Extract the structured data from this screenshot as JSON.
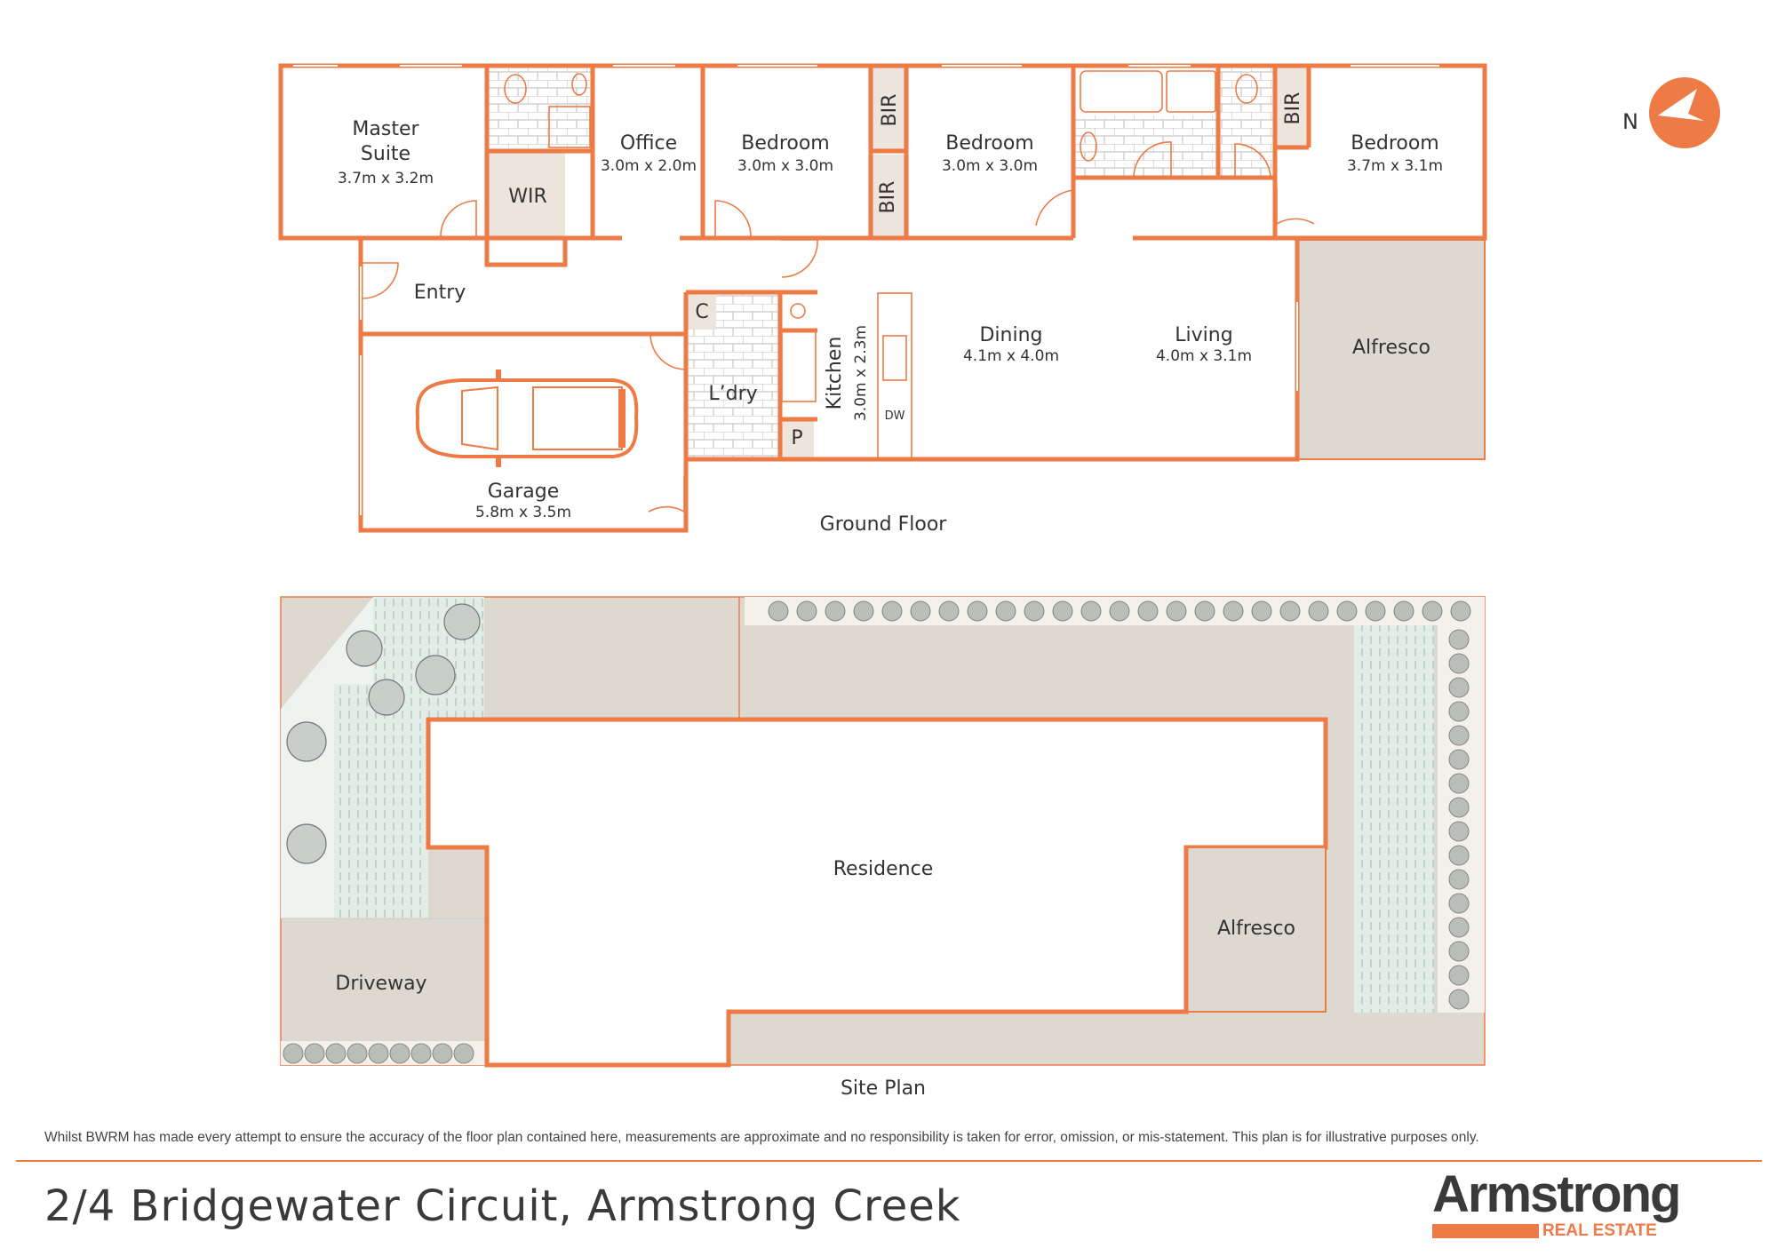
{
  "ground_floor": {
    "caption": "Ground Floor",
    "rooms": {
      "master": {
        "name_line1": "Master",
        "name_line2": "Suite",
        "size": "3.7m x 3.2m"
      },
      "wir": {
        "name": "WIR"
      },
      "office": {
        "name": "Office",
        "size": "3.0m x 2.0m"
      },
      "bedroom2": {
        "name": "Bedroom",
        "size": "3.0m x 3.0m"
      },
      "bir1": {
        "name": "BIR"
      },
      "bir2": {
        "name": "BIR"
      },
      "bedroom3": {
        "name": "Bedroom",
        "size": "3.0m x 3.0m"
      },
      "bir3": {
        "name": "BIR"
      },
      "bedroom4": {
        "name": "Bedroom",
        "size": "3.7m x 3.1m"
      },
      "entry": {
        "name": "Entry"
      },
      "cupboard": {
        "name": "C"
      },
      "laundry": {
        "name": "L’dry"
      },
      "pantry": {
        "name": "P"
      },
      "kitchen": {
        "name": "Kitchen",
        "size": "3.0m x 2.3m"
      },
      "dishwasher": {
        "name": "DW"
      },
      "dining": {
        "name": "Dining",
        "size": "4.1m x 4.0m"
      },
      "living": {
        "name": "Living",
        "size": "4.0m x 3.1m"
      },
      "alfresco": {
        "name": "Alfresco"
      },
      "garage": {
        "name": "Garage",
        "size": "5.8m x 3.5m"
      }
    }
  },
  "compass": {
    "label": "N"
  },
  "site_plan": {
    "caption": "Site Plan",
    "residence": "Residence",
    "alfresco": "Alfresco",
    "driveway": "Driveway"
  },
  "footer": {
    "disclaimer": "Whilst BWRM  has made every attempt to ensure the accuracy of the floor plan contained here, measurements are approximate and no responsibility is taken for error, omission, or mis-statement. This plan is for illustrative purposes only.",
    "address": "2/4 Bridgewater Circuit, Armstrong Creek",
    "logo_main": "Armstrong",
    "logo_sub": "REAL ESTATE"
  },
  "colors": {
    "accent": "#ee7a45",
    "concrete": "#ddd8d0",
    "garden": "#e3ede8"
  }
}
